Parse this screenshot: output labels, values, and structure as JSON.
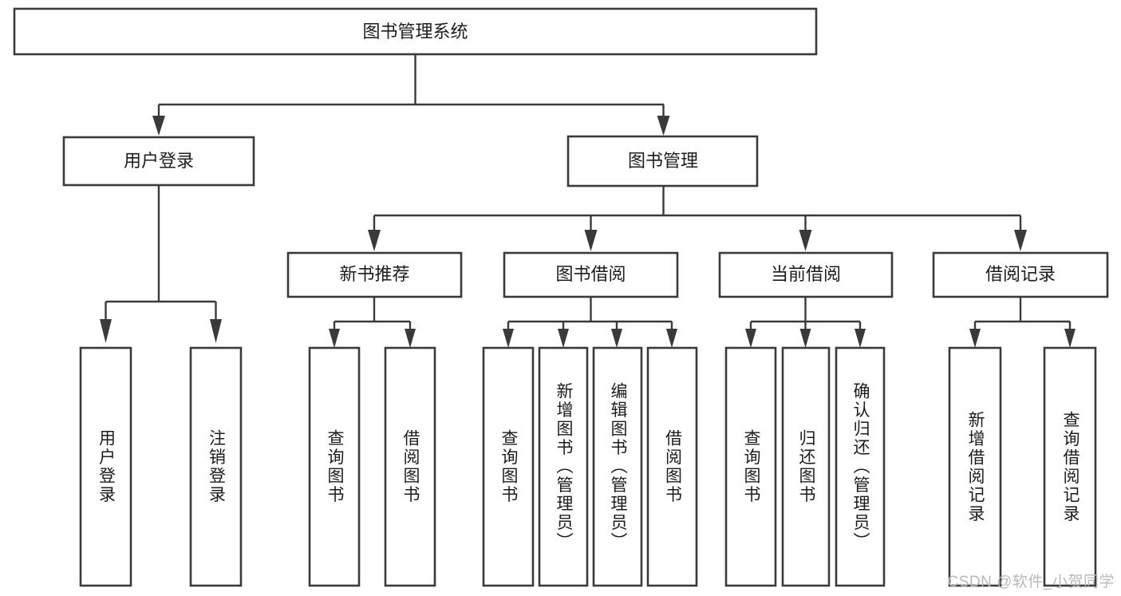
{
  "diagram": {
    "type": "tree-hierarchy-diagram",
    "title": "图书管理系统",
    "background_color": "#ffffff",
    "box_stroke_color": "#3a3a3a",
    "box_fill_color": "#ffffff",
    "connector_color": "#3a3a3a",
    "text_color": "#1c1c1c",
    "levels": 4,
    "root": {
      "label": "图书管理系统",
      "orientation": "horizontal"
    },
    "level2": [
      {
        "label": "用户登录",
        "orientation": "horizontal"
      },
      {
        "label": "图书管理",
        "orientation": "horizontal"
      }
    ],
    "level3": [
      {
        "label": "新书推荐",
        "orientation": "horizontal",
        "parent": "图书管理"
      },
      {
        "label": "图书借阅",
        "orientation": "horizontal",
        "parent": "图书管理"
      },
      {
        "label": "当前借阅",
        "orientation": "horizontal",
        "parent": "图书管理"
      },
      {
        "label": "借阅记录",
        "orientation": "horizontal",
        "parent": "图书管理"
      }
    ],
    "leaves": {
      "user_login_group": [
        {
          "label": "用户登录",
          "orientation": "vertical"
        },
        {
          "label": "注销登录",
          "orientation": "vertical"
        }
      ],
      "new_book_group": [
        {
          "label": "查询图书",
          "orientation": "vertical"
        },
        {
          "label": "借阅图书",
          "orientation": "vertical"
        }
      ],
      "book_borrow_group": [
        {
          "label": "查询图书",
          "orientation": "vertical"
        },
        {
          "label": "新增图书（管理员）",
          "orientation": "vertical"
        },
        {
          "label": "编辑图书（管理员）",
          "orientation": "vertical"
        },
        {
          "label": "借阅图书",
          "orientation": "vertical"
        }
      ],
      "current_borrow_group": [
        {
          "label": "查询图书",
          "orientation": "vertical"
        },
        {
          "label": "归还图书",
          "orientation": "vertical"
        },
        {
          "label": "确认归还（管理员）",
          "orientation": "vertical"
        }
      ],
      "borrow_record_group": [
        {
          "label": "新增借阅记录",
          "orientation": "vertical"
        },
        {
          "label": "查询借阅记录",
          "orientation": "vertical"
        }
      ]
    }
  },
  "watermark": {
    "text": "CSDN @软件_小贺同学",
    "color": "#b9b9b9"
  }
}
